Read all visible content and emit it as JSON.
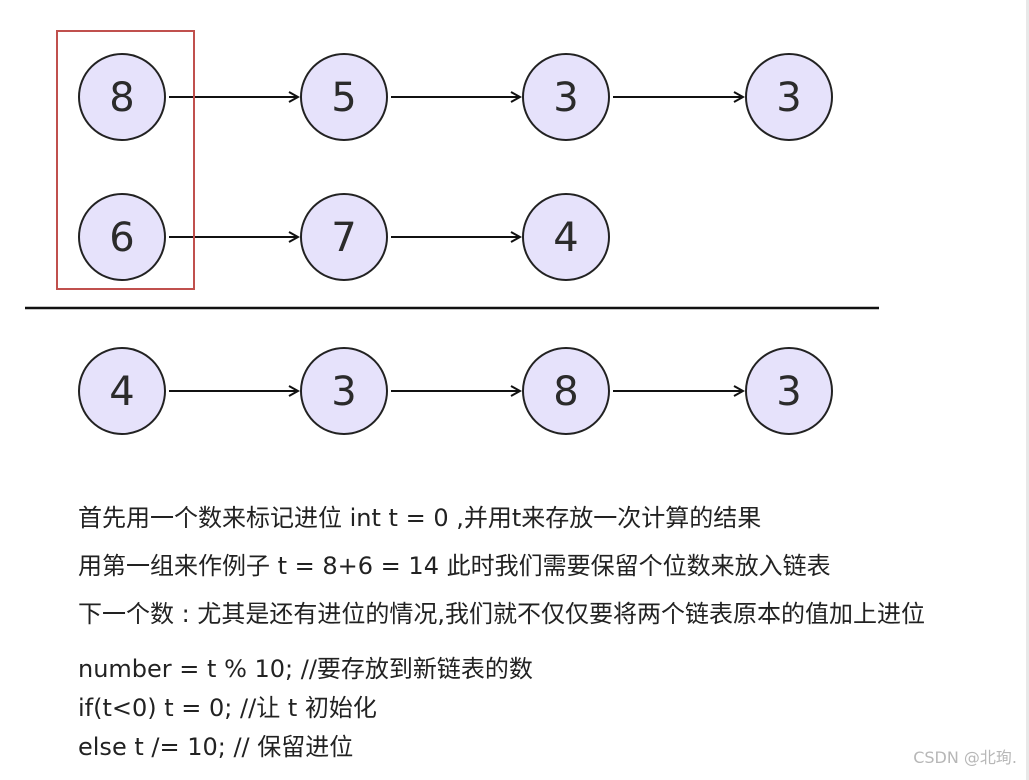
{
  "diagram": {
    "list_a": [
      "8",
      "5",
      "3",
      "3"
    ],
    "list_b": [
      "6",
      "7",
      "4"
    ],
    "result": [
      "4",
      "3",
      "8",
      "3"
    ],
    "colors": {
      "node_fill": "#e6e2fb",
      "node_stroke": "#222222",
      "arrow": "#111111",
      "highlight_box": "#c0504d",
      "divider": "#111111"
    }
  },
  "notes": {
    "line1": "首先用一个数来标记进位 int t = 0 ,并用t来存放一次计算的结果",
    "line2": "用第一组来作例子     t  = 8+6 = 14   此时我们需要保留个位数来放入链表",
    "line3": "下一个数 : 尤其是还有进位的情况,我们就不仅仅要将两个链表原本的值加上进位",
    "code": [
      "number = t % 10; //要存放到新链表的数",
      "if(t<0) t = 0; //让 t 初始化",
      "else t /= 10; // 保留进位"
    ]
  },
  "watermark": "CSDN @北珣."
}
